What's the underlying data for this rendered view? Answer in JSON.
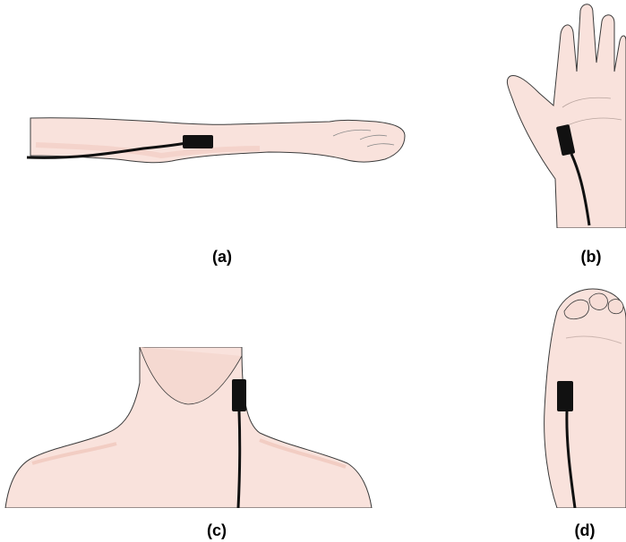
{
  "panels": {
    "a": {
      "label": "(a)"
    },
    "b": {
      "label": "(b)"
    },
    "c": {
      "label": "(c)"
    },
    "d": {
      "label": "(d)"
    }
  },
  "colors": {
    "skin": "#f9e2dc",
    "skin_shadow": "#f2cdc3",
    "outline": "#3b3b3b",
    "sensor": "#111111",
    "cable": "#111111"
  }
}
